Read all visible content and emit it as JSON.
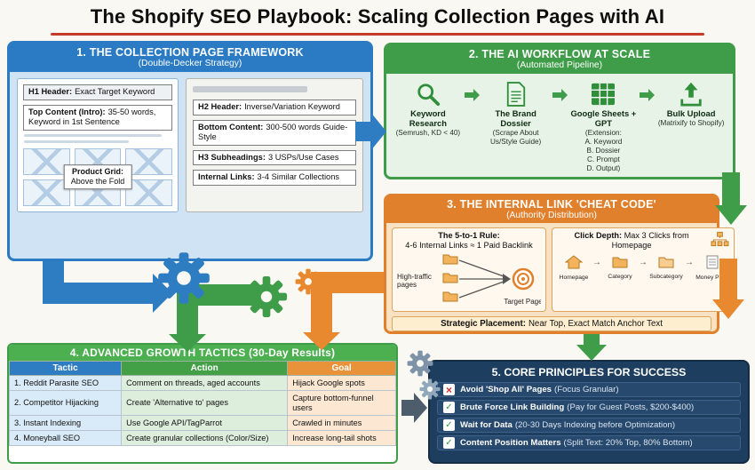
{
  "title": "The Shopify SEO Playbook: Scaling Collection Pages with AI",
  "colors": {
    "blue": "#2e7dc2",
    "green": "#3f9d49",
    "orange": "#e8882f",
    "navy": "#1d3e5e",
    "red": "#c43b2a"
  },
  "framework": {
    "title": "1. THE COLLECTION PAGE FRAMEWORK",
    "subtitle": "(Double-Decker Strategy)",
    "h1_label": "H1 Header:",
    "h1_text": "Exact Target Keyword",
    "top_label": "Top Content (Intro):",
    "top_text": "35-50 words, Keyword in 1st Sentence",
    "grid_label": "Product Grid:",
    "grid_text": "Above the Fold",
    "h2_label": "H2 Header:",
    "h2_text": "Inverse/Variation Keyword",
    "bottom_label": "Bottom Content:",
    "bottom_text": "300-500 words Guide-Style",
    "h3_label": "H3 Subheadings:",
    "h3_text": "3 USPs/Use Cases",
    "links_label": "Internal Links:",
    "links_text": "3-4 Similar Collections"
  },
  "workflow": {
    "title": "2. THE AI WORKFLOW AT SCALE",
    "subtitle": "(Automated Pipeline)",
    "steps": [
      {
        "label": "Keyword Research",
        "sub": "(Semrush, KD < 40)"
      },
      {
        "label": "The Brand Dossier",
        "sub": "(Scrape About Us/Style Guide)"
      },
      {
        "label": "Google Sheets + GPT",
        "sub": "(Extension:\nA. Keyword\nB. Dossier\nC. Prompt\nD. Output)"
      },
      {
        "label": "Bulk Upload",
        "sub": "(Matrixify to Shopify)"
      }
    ]
  },
  "cheatcode": {
    "title": "3. THE INTERNAL LINK 'CHEAT CODE'",
    "subtitle": "(Authority Distribution)",
    "rule_title": "The 5-to-1 Rule:",
    "rule_text": "4-6 Internal Links ≈ 1 Paid Backlink",
    "pages_label": "High-traffic pages",
    "target_label": "Target Page",
    "depth_title": "Click Depth:",
    "depth_text": "Max 3 Clicks from Homepage",
    "chain": [
      "Homepage",
      "Category",
      "Subcategory",
      "Money Page"
    ],
    "placement_label": "Strategic Placement:",
    "placement_text": "Near Top, Exact Match Anchor Text"
  },
  "tactics": {
    "title": "4. ADVANCED GROWTH TACTICS (30-Day Results)",
    "headers": [
      "Tactic",
      "Action",
      "Goal"
    ],
    "rows": [
      [
        "1. Reddit Parasite SEO",
        "Comment on threads, aged accounts",
        "Hijack Google spots"
      ],
      [
        "2. Competitor Hijacking",
        "Create 'Alternative to' pages",
        "Capture bottom-funnel users"
      ],
      [
        "3. Instant Indexing",
        "Use Google API/TagParrot",
        "Crawled in minutes"
      ],
      [
        "4. Moneyball SEO",
        "Create granular collections (Color/Size)",
        "Increase long-tail shots"
      ]
    ]
  },
  "principles": {
    "title": "5. CORE PRINCIPLES FOR SUCCESS",
    "items": [
      {
        "mark": "x",
        "main": "Avoid 'Shop All' Pages",
        "sub": "(Focus Granular)"
      },
      {
        "mark": "check",
        "main": "Brute Force Link Building",
        "sub": "(Pay for Guest Posts, $200-$400)"
      },
      {
        "mark": "check",
        "main": "Wait for Data",
        "sub": "(20-30 Days Indexing before Optimization)"
      },
      {
        "mark": "check",
        "main": "Content Position Matters",
        "sub": "(Split Text: 20% Top, 80% Bottom)"
      }
    ]
  }
}
